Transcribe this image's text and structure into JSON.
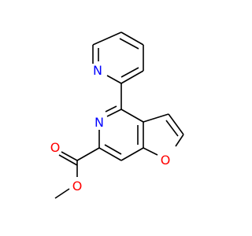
{
  "atoms": {
    "pyridine_n": "N",
    "ring_n": "N",
    "furan_o": "O",
    "carbonyl_o": "O",
    "ester_o": "O"
  },
  "colors": {
    "bond": "#000000",
    "N": "#0000FF",
    "O": "#FF0000"
  }
}
